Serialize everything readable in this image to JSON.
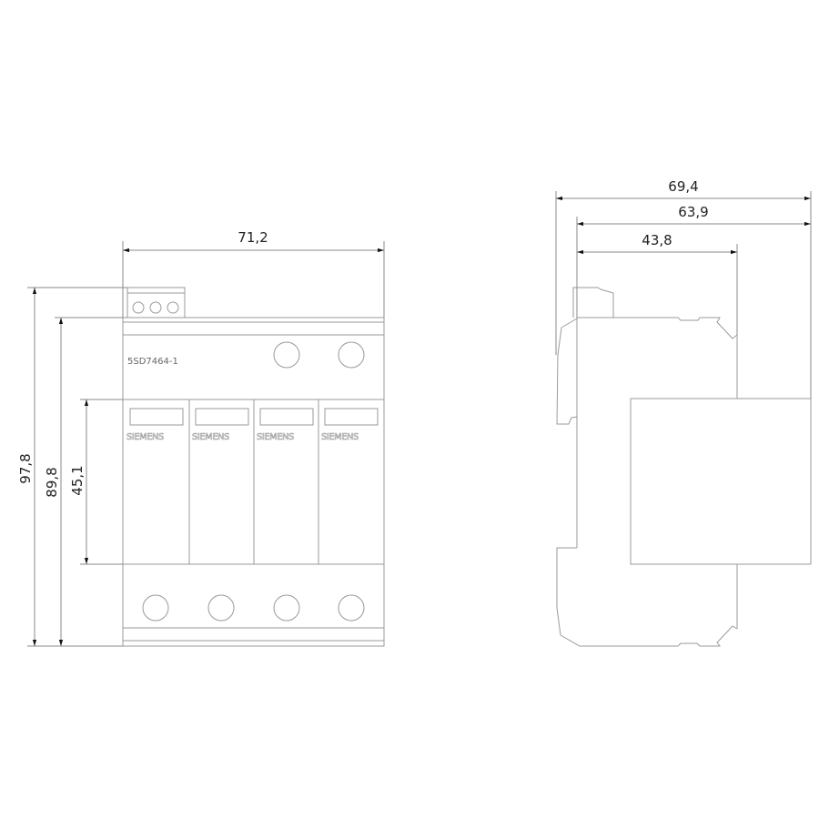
{
  "front_view": {
    "model_label": "5SD7464-1",
    "module_brand": [
      "SIEMENS",
      "SIEMENS",
      "SIEMENS",
      "SIEMENS"
    ],
    "dimensions": {
      "width": "71,2",
      "height_total": "97,8",
      "height_body": "89,8",
      "height_modules": "45,1"
    }
  },
  "side_view": {
    "dimensions": {
      "depth_total": "69,4",
      "depth_rail": "63,9",
      "depth_body": "43,8"
    }
  }
}
